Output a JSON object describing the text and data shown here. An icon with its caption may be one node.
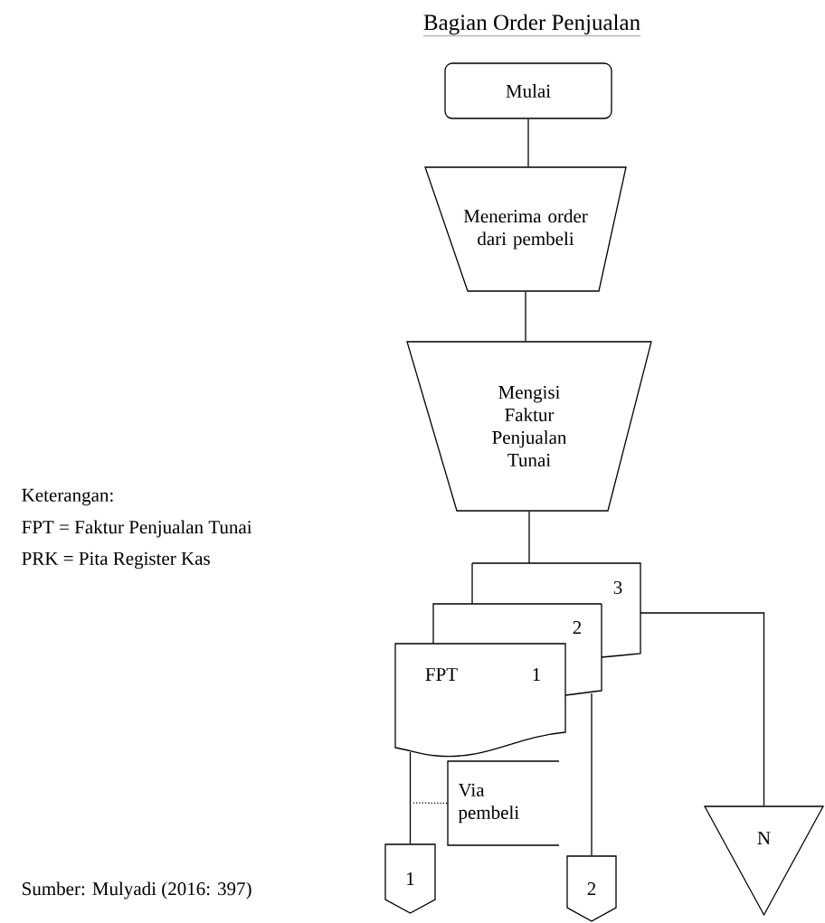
{
  "diagram": {
    "title": "Bagian Order Penjualan",
    "nodes": [
      {
        "text": [
          "Mulai"
        ]
      },
      {
        "text": [
          "Menerima order dari pembeli"
        ]
      },
      {
        "text": [
          "Mengisi Faktur Penjualan Tunai"
        ]
      },
      {
        "text": [
          "3"
        ]
      },
      {
        "text": [
          "2"
        ]
      },
      {
        "text": [
          "FPT",
          "1"
        ]
      },
      {
        "text": [
          "Via pembeli"
        ]
      },
      {
        "text": [
          "1"
        ]
      },
      {
        "text": [
          "2"
        ]
      },
      {
        "text": [
          "N"
        ]
      }
    ],
    "edges": [
      {
        "from": 0,
        "to": 1,
        "arrow": "none"
      },
      {
        "from": 1,
        "to": 2,
        "arrow": "none"
      },
      {
        "from": 2,
        "to": 3,
        "arrow": "none"
      },
      {
        "from": 3,
        "to": 9,
        "arrow": "none"
      },
      {
        "from": 4,
        "to": 8,
        "arrow": "none"
      },
      {
        "from": 5,
        "to": 7,
        "arrow": "none"
      },
      {
        "from": 6,
        "to": null,
        "arrow": "none",
        "style": "dashed"
      }
    ],
    "labels": [
      "Keterangan:",
      "FPT = Faktur Penjualan Tunai",
      "PRK = Pita Register Kas",
      "Sumber: Mulyadi (2016: 397)"
    ]
  }
}
